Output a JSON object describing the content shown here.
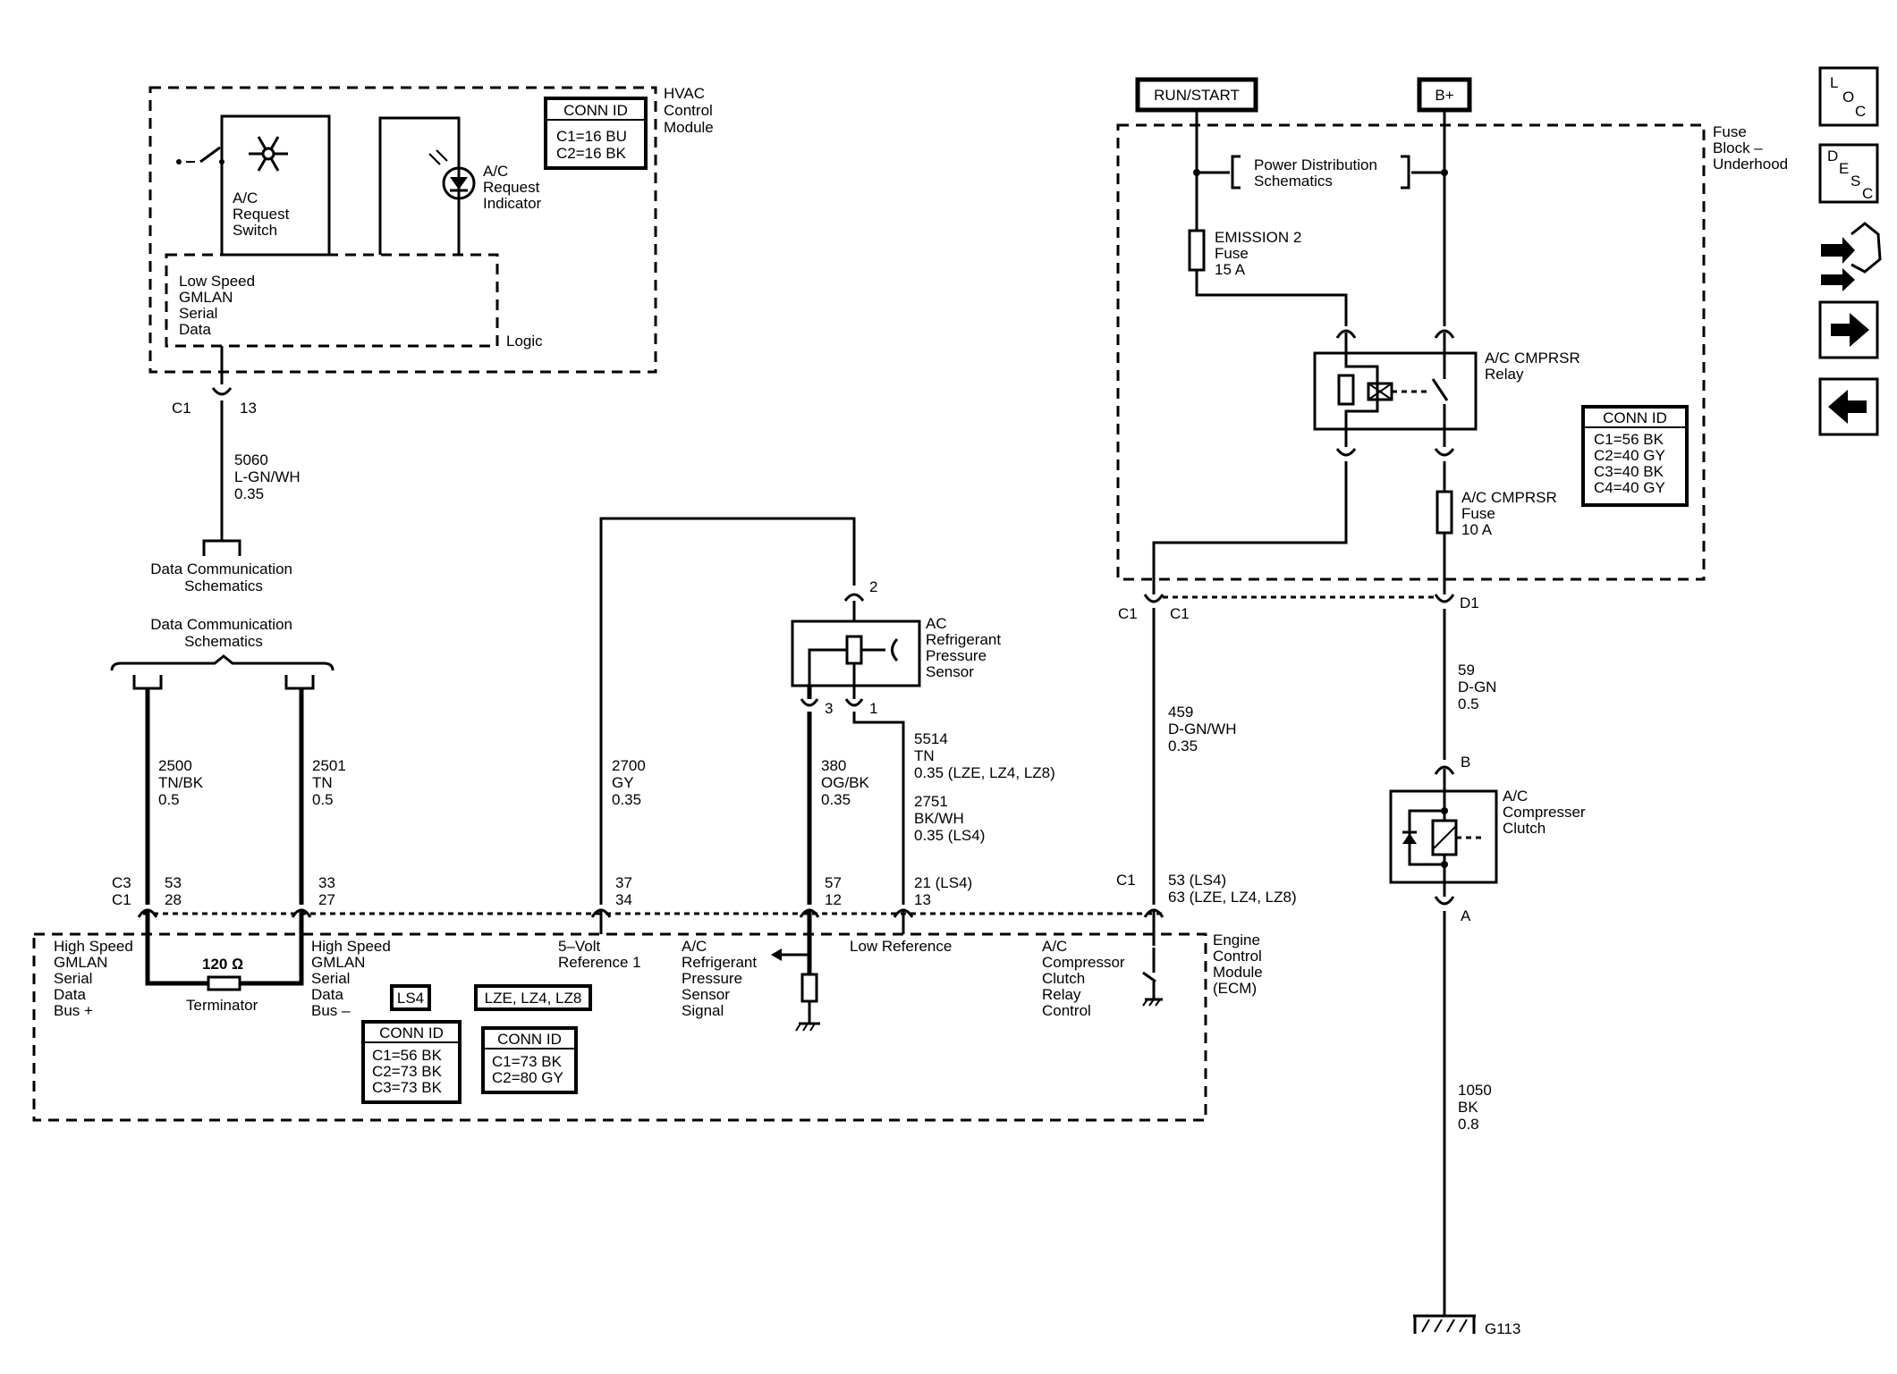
{
  "modules": {
    "hvac": {
      "name_lines": [
        "HVAC",
        "Control",
        "Module"
      ],
      "logic_label": "Logic"
    },
    "fuse_block": {
      "name_lines": [
        "Fuse",
        "Block –",
        "Underhood"
      ]
    },
    "ecm": {
      "name_lines": [
        "Engine",
        "Control",
        "Module",
        "(ECM)"
      ]
    }
  },
  "conn_id_tables": [
    {
      "title": "CONN ID",
      "rows": [
        "C1=16 BU",
        "C2=16 BK"
      ]
    },
    {
      "title": "CONN ID",
      "rows": [
        "C1=56 BK",
        "C2=40 GY",
        "C3=40 BK",
        "C4=40 GY"
      ]
    },
    {
      "title": "CONN ID",
      "rows": [
        "C1=56 BK",
        "C2=73 BK",
        "C3=73 BK"
      ]
    },
    {
      "title": "CONN ID",
      "rows": [
        "C1=73 BK",
        "C2=80 GY"
      ]
    }
  ],
  "option_tags": [
    "LS4",
    "LZE, LZ4, LZ8"
  ],
  "power_sources": {
    "run_start": "RUN/START",
    "battery": "B+"
  },
  "hvac_components": {
    "switch_lines": [
      "A/C",
      "Request",
      "Switch"
    ],
    "indicator_lines": [
      "A/C",
      "Request",
      "Indicator"
    ],
    "gmlan_lines": [
      "Low Speed",
      "GMLAN",
      "Serial",
      "Data"
    ]
  },
  "power_distribution_lines": [
    "Power Distribution",
    "Schematics"
  ],
  "fuses": {
    "emission2": [
      "EMISSION 2",
      "Fuse",
      "15 A"
    ],
    "acfuse": [
      "A/C CMPRSR",
      "Fuse",
      "10 A"
    ]
  },
  "relay_lines": [
    "A/C CMPRSR",
    "Relay"
  ],
  "sensor_lines": [
    "AC",
    "Refrigerant",
    "Pressure",
    "Sensor"
  ],
  "clutch_lines": [
    "A/C",
    "Compresser",
    "Clutch"
  ],
  "data_comm_lines": [
    "Data Communication",
    "Schematics"
  ],
  "wires": {
    "w5060": [
      "5060",
      "L-GN/WH",
      "0.35"
    ],
    "w2500": [
      "2500",
      "TN/BK",
      "0.5"
    ],
    "w2501": [
      "2501",
      "TN",
      "0.5"
    ],
    "w2700": [
      "2700",
      "GY",
      "0.35"
    ],
    "w380": [
      "380",
      "OG/BK",
      "0.35"
    ],
    "w5514": [
      "5514",
      "TN",
      "0.35 (LZE, LZ4, LZ8)"
    ],
    "w2751": [
      "2751",
      "BK/WH",
      "0.35 (LS4)"
    ],
    "w459": [
      "459",
      "D-GN/WH",
      "0.35"
    ],
    "w59": [
      "59",
      "D-GN",
      "0.5"
    ],
    "w1050": [
      "1050",
      "BK",
      "0.8"
    ]
  },
  "pins": {
    "hvac_c1": "C1",
    "hvac_13": "13",
    "c3": "C3",
    "c1a": "C1",
    "p53": "53",
    "p28": "28",
    "p33": "33",
    "p27": "27",
    "p37": "37",
    "p34": "34",
    "p57": "57",
    "p12": "12",
    "p21": "21 (LS4)",
    "p13": "13",
    "c1b": "C1",
    "p53ls4": "53 (LS4)",
    "p63": "63 (LZE, LZ4, LZ8)",
    "s2": "2",
    "s3": "3",
    "s1": "1",
    "fb_c1a": "C1",
    "fb_c1b": "C1",
    "fb_d1": "D1",
    "clutch_b": "B",
    "clutch_a": "A"
  },
  "ecm_signals": {
    "hs_pos": [
      "High Speed",
      "GMLAN",
      "Serial",
      "Data",
      "Bus +"
    ],
    "hs_neg": [
      "High Speed",
      "GMLAN",
      "Serial",
      "Data",
      "Bus –"
    ],
    "terminator": "Terminator",
    "resistance": "120 Ω",
    "vref": [
      "5–Volt",
      "Reference 1"
    ],
    "sensor_signal": [
      "A/C",
      "Refrigerant",
      "Pressure",
      "Sensor",
      "Signal"
    ],
    "low_ref": "Low Reference",
    "relay_ctrl": [
      "A/C",
      "Compressor",
      "Clutch",
      "Relay",
      "Control"
    ]
  },
  "ground_label": "G113",
  "nav_icons": {
    "loc": [
      "L",
      "O",
      "C"
    ],
    "desc": [
      "D",
      "E",
      "S",
      "C"
    ]
  }
}
